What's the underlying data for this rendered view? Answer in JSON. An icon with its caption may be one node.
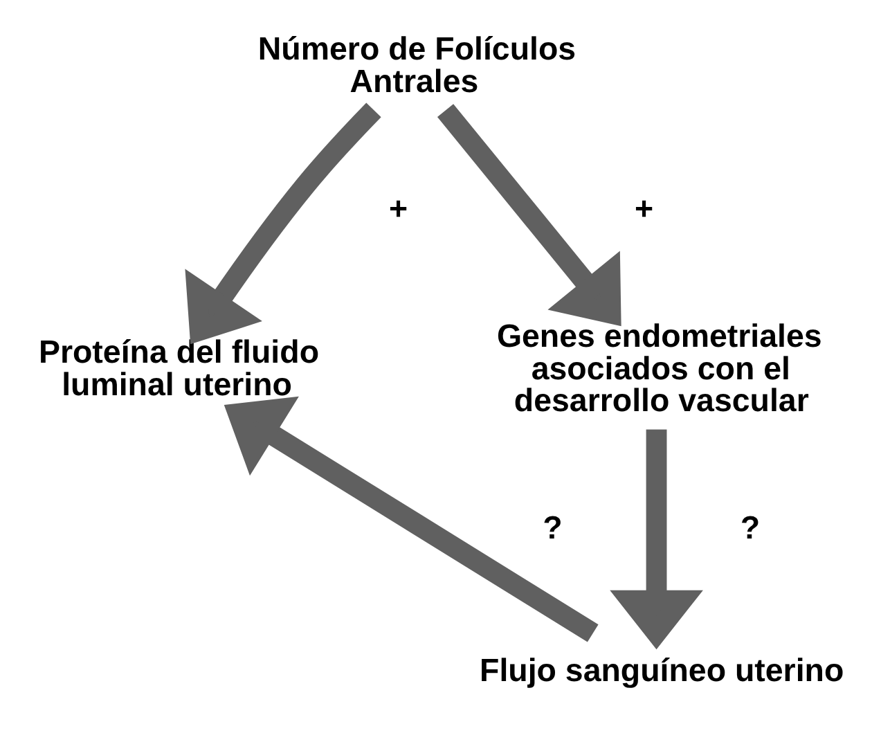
{
  "diagram": {
    "nodes": [
      {
        "text": [
          "Número de Folículos Antrales"
        ]
      },
      {
        "text": [
          "Proteína del fluido luminal uterino"
        ]
      },
      {
        "text": [
          "Genes endometriales asociados con el desarrollo vascular"
        ]
      },
      {
        "text": [
          "Flujo sanguíneo uterino"
        ]
      }
    ],
    "edges": [
      {
        "from": 0,
        "to": 1,
        "arrow": "to",
        "label": "+"
      },
      {
        "from": 0,
        "to": 2,
        "arrow": "to",
        "label": "+"
      },
      {
        "from": 2,
        "to": 3,
        "arrow": "to",
        "label": "?"
      },
      {
        "from": 3,
        "to": 1,
        "arrow": "to",
        "label": "?"
      }
    ]
  }
}
